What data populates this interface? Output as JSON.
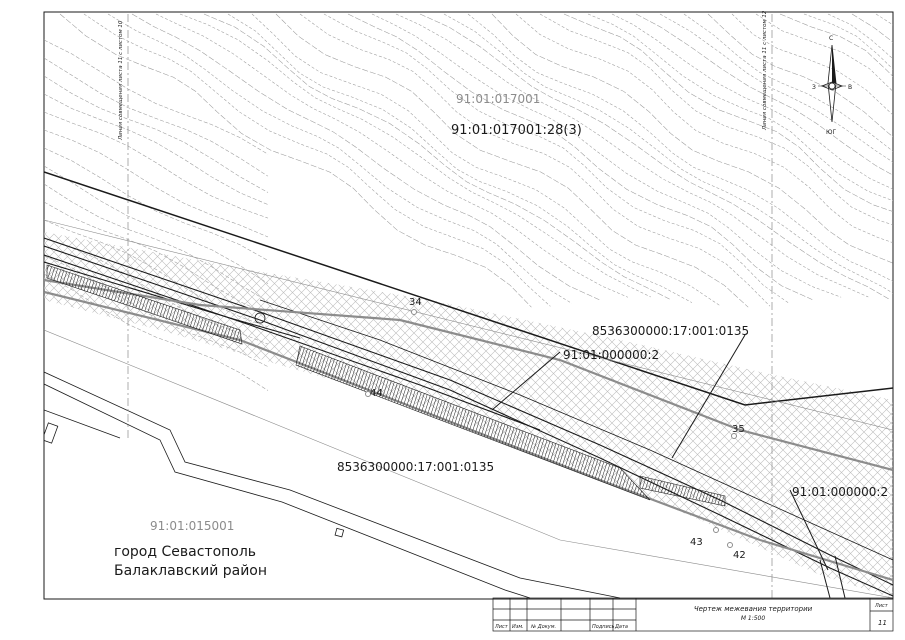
{
  "parcels": {
    "north_quarter": "91:01:017001",
    "north_parcel": "91:01:017001:28(3)",
    "strip_upper": "8536300000:17:001:0135",
    "strip_lower": "8536300000:17:001:0135",
    "road_upper": "91:01:000000:2",
    "road_right": "91:01:000000:2",
    "south_quarter": "91:01:015001"
  },
  "place": {
    "city": "город Севастополь",
    "district": "Балаклавский район"
  },
  "points": {
    "p34": "34",
    "p35": "35",
    "p42": "42",
    "p43": "43",
    "p44": "44"
  },
  "match_lines": {
    "left": "Линия совмещения листа 11 с листом 10",
    "right": "Линия совмещения листа 11 с листом 12"
  },
  "compass": {
    "north": "С",
    "south": "ЮГ",
    "west": "З",
    "east": "В"
  },
  "title_block": {
    "title": "Чертеж межевания территории",
    "scale": "М 1:500",
    "col_sheets": "Лист",
    "col_change": "Изм.",
    "col_doc": "№ Докум.",
    "col_sign": "Подпись",
    "col_date": "Дата",
    "sheet_label": "Лист",
    "sheet_number": "11"
  },
  "colors": {
    "line": "#1a1a1a",
    "grey": "#8c8c8c",
    "hatch": "#bdbdbd"
  }
}
